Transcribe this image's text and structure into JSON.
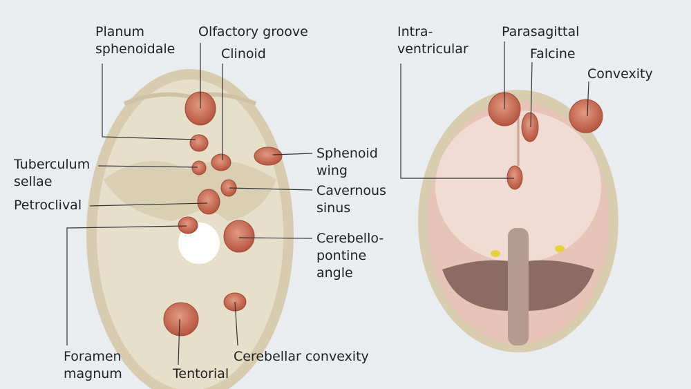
{
  "skull_base_labels": {
    "planum_sphenoidale": [
      "Planum",
      "sphenoidale"
    ],
    "olfactory_groove": "Olfactory groove",
    "clinoid": "Clinoid",
    "sphenoid_wing": [
      "Sphenoid",
      "wing"
    ],
    "tuberculum_sellae": [
      "Tuberculum",
      "sellae"
    ],
    "cavernous_sinus": [
      "Cavernous",
      "sinus"
    ],
    "petroclival": "Petroclival",
    "cerebellopontine_angle": [
      "Cerebello-",
      "pontine",
      "angle"
    ],
    "foramen_magnum": [
      "Foramen",
      "magnum"
    ],
    "tentorial": "Tentorial",
    "cerebellar_convexity": "Cerebellar convexity"
  },
  "coronal_labels": {
    "intraventricular": [
      "Intra-",
      "ventricular"
    ],
    "parasagittal": "Parasagittal",
    "falcine": "Falcine",
    "convexity": "Convexity"
  },
  "colors": {
    "background": "#e9edf0",
    "bone": "#e3dbc4",
    "tumor": "#c9705a",
    "brain": "#e8c9bd"
  }
}
